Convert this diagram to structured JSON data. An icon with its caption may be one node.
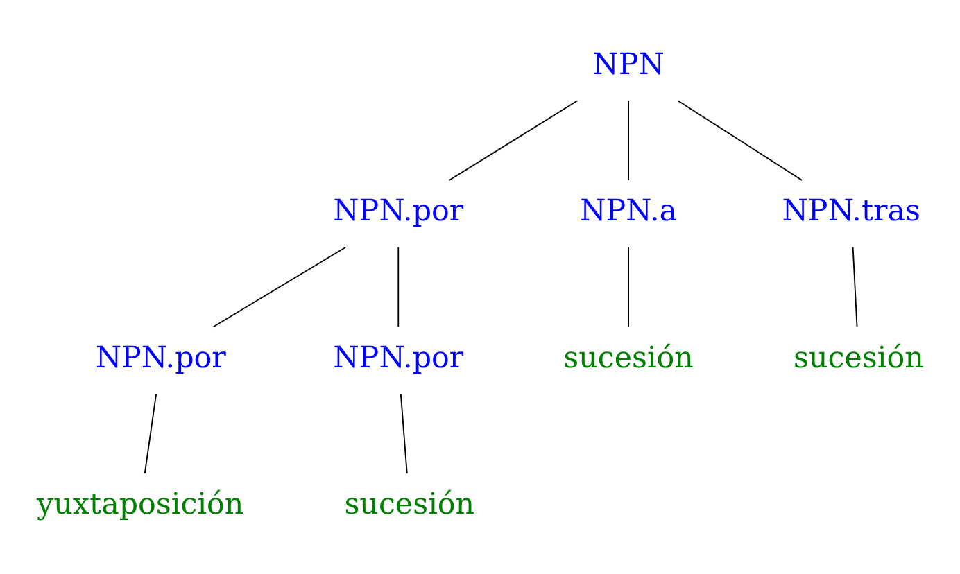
{
  "diagram": {
    "nodes": [
      {
        "text": [
          "NPN"
        ]
      },
      {
        "text": [
          "NPN.por"
        ]
      },
      {
        "text": [
          "NPN.a"
        ]
      },
      {
        "text": [
          "NPN.tras"
        ]
      },
      {
        "text": [
          "NPN.por"
        ]
      },
      {
        "text": [
          "NPN.por"
        ]
      },
      {
        "text": [
          "sucesión"
        ]
      },
      {
        "text": [
          "sucesión"
        ]
      },
      {
        "text": [
          "yuxtaposición"
        ]
      },
      {
        "text": [
          "sucesión"
        ]
      }
    ],
    "edges": [
      {
        "from": 0,
        "to": 1,
        "arrow": "none"
      },
      {
        "from": 0,
        "to": 2,
        "arrow": "none"
      },
      {
        "from": 0,
        "to": 3,
        "arrow": "none"
      },
      {
        "from": 1,
        "to": 4,
        "arrow": "none"
      },
      {
        "from": 1,
        "to": 5,
        "arrow": "none"
      },
      {
        "from": 2,
        "to": 6,
        "arrow": "none"
      },
      {
        "from": 3,
        "to": 7,
        "arrow": "none"
      },
      {
        "from": 4,
        "to": 8,
        "arrow": "none"
      },
      {
        "from": 5,
        "to": 9,
        "arrow": "none"
      }
    ]
  }
}
